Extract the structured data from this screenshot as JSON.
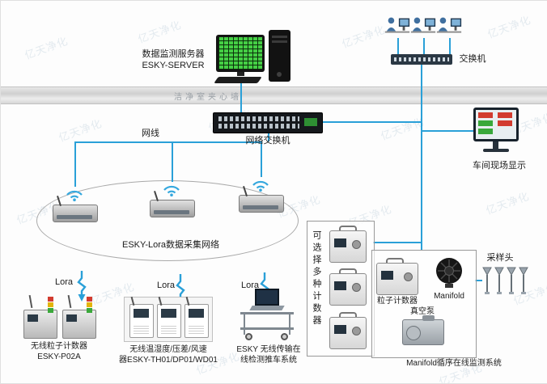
{
  "watermark": {
    "text": "亿天净化"
  },
  "wall": {
    "label": "洁净室夹心墙"
  },
  "server": {
    "line1": "数据监测服务器",
    "line2": "ESKY-SERVER"
  },
  "top_area": {
    "switch_label": "交换机"
  },
  "network": {
    "switch_label": "网络交换机",
    "cable_label": "网线"
  },
  "display": {
    "label": "车间现场显示"
  },
  "lora": {
    "network_label": "ESKY-Lora数据采集网络",
    "labels": [
      "Lora",
      "Lora",
      "Lora"
    ]
  },
  "wireless_counter": {
    "line1": "无线粒子计数器",
    "line2": "ESKY-P02A"
  },
  "sensors": {
    "line1": "无线温湿度/压差/风速",
    "line2": "器ESKY-TH01/DP01/WD01"
  },
  "cart": {
    "line1": "ESKY 无线传输在",
    "line2": "线检测推车系统"
  },
  "counter_select": {
    "vertical_label": "可选择多种计数器"
  },
  "manifold_system": {
    "particle_counter": "粒子计数器",
    "manifold": "Manifold",
    "pump": "真空泵",
    "system": "Manifold循序在线监测系统"
  },
  "sampling": {
    "label": "采样头"
  }
}
